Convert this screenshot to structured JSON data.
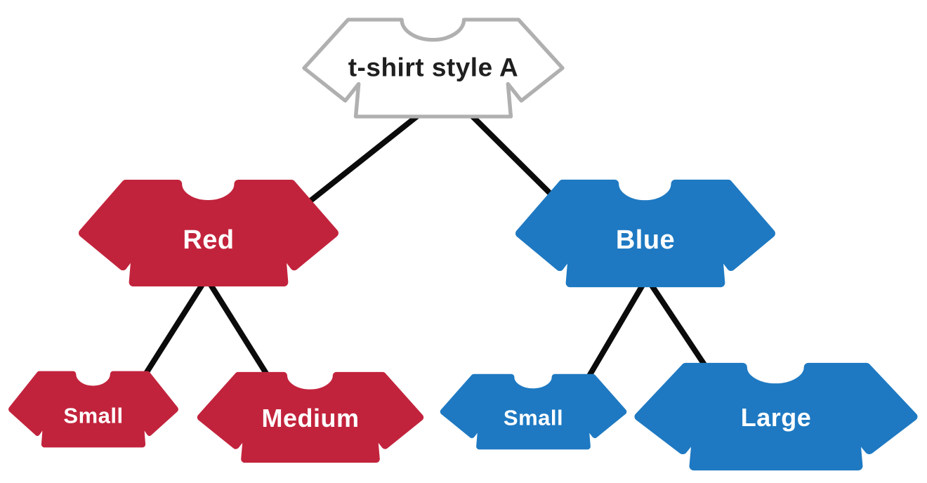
{
  "diagram": {
    "type": "tree",
    "description": "T-shirt attribute decision tree"
  },
  "colors": {
    "red": "#c2233c",
    "blue": "#1e79c2",
    "white_fill": "#ffffff",
    "gray_outline": "#b0b0b0",
    "edge_black": "#0b0b0b",
    "root_text": "#1f1f1f",
    "node_text": "#ffffff"
  },
  "tree": {
    "root": {
      "label": "t-shirt style A"
    },
    "children": [
      {
        "label": "Red",
        "children": [
          {
            "label": "Small"
          },
          {
            "label": "Medium"
          }
        ]
      },
      {
        "label": "Blue",
        "children": [
          {
            "label": "Small"
          },
          {
            "label": "Large"
          }
        ]
      }
    ]
  }
}
